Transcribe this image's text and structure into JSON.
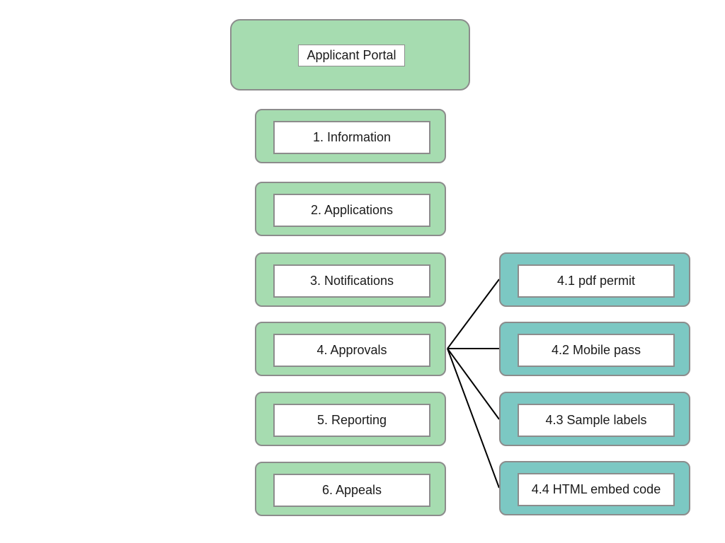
{
  "diagram": {
    "root": {
      "label": "Applicant Portal"
    },
    "main_items": [
      {
        "label": "1. Information"
      },
      {
        "label": "2. Applications"
      },
      {
        "label": "3. Notifications"
      },
      {
        "label": "4. Approvals"
      },
      {
        "label": "5. Reporting"
      },
      {
        "label": "6. Appeals"
      }
    ],
    "sub_items": [
      {
        "label": "4.1 pdf permit"
      },
      {
        "label": "4.2 Mobile pass"
      },
      {
        "label": "4.3 Sample labels"
      },
      {
        "label": "4.4 HTML embed code"
      }
    ],
    "colors": {
      "main_fill": "#a6dcb0",
      "sub_fill": "#7cc8c3",
      "border": "#8c8c8c",
      "connector": "#000000"
    }
  }
}
